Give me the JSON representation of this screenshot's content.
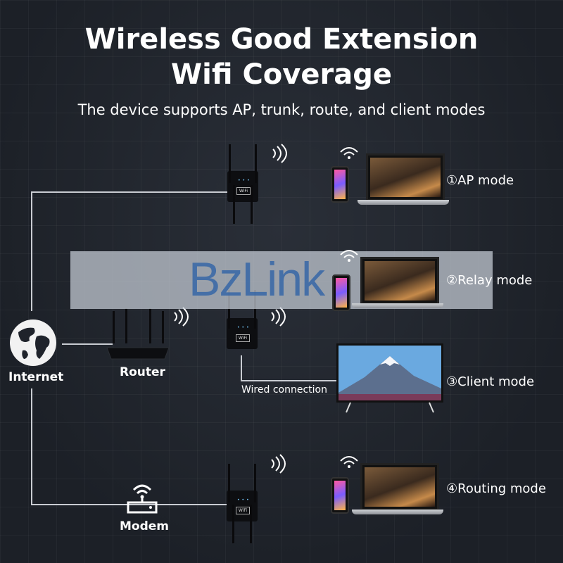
{
  "header": {
    "title_line1": "Wireless Good Extension",
    "title_line2": "Wifi Coverage",
    "subtitle": "The device supports AP, trunk, route, and client modes"
  },
  "watermark": {
    "text": "BzLink"
  },
  "nodes": {
    "internet": "Internet",
    "router": "Router",
    "modem": "Modem"
  },
  "modes": {
    "ap": "①AP mode",
    "relay": "②Relay mode",
    "client": "③Client mode",
    "routing": "④Routing mode"
  },
  "annotations": {
    "wired": "Wired connection"
  },
  "device": {
    "badge": "WiFi"
  },
  "colors": {
    "background": "#1f232b",
    "lines": "#c9ccd2",
    "watermark": "#285fa5"
  }
}
